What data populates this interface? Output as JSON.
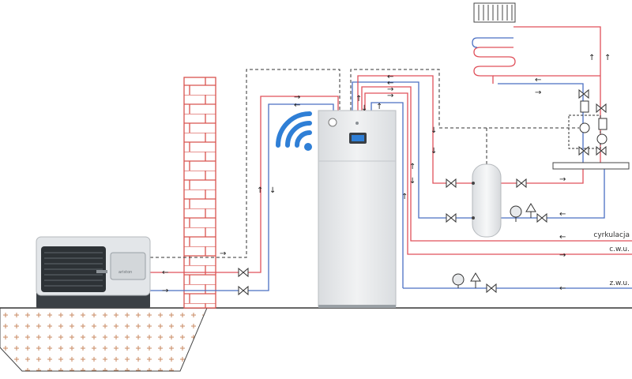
{
  "labels": {
    "circulation": "cyrkulacja",
    "hot_water": "c.w.u.",
    "cold_water": "z.w.u.",
    "heat_pump_brand": "ariston"
  },
  "colors": {
    "supply": "#e0505a",
    "return": "#4a6fc2",
    "control": "#333333",
    "wifi": "#2f7fd6",
    "ground": "#c98a62",
    "brick": "#d9534f",
    "unit_dark": "#3b4045",
    "unit_body": "#e3e6e9",
    "indoor_body": "#e8eaec",
    "screen": "#2f7fd6"
  },
  "icons": {
    "wifi": "wifi-icon",
    "flow_arrow": "flow-arrow-icon",
    "valve": "valve-icon",
    "pump": "circulation-pump-icon",
    "expansion_vessel": "expansion-vessel-icon",
    "safety_valve": "safety-valve-icon",
    "gauge": "pressure-gauge-icon"
  }
}
